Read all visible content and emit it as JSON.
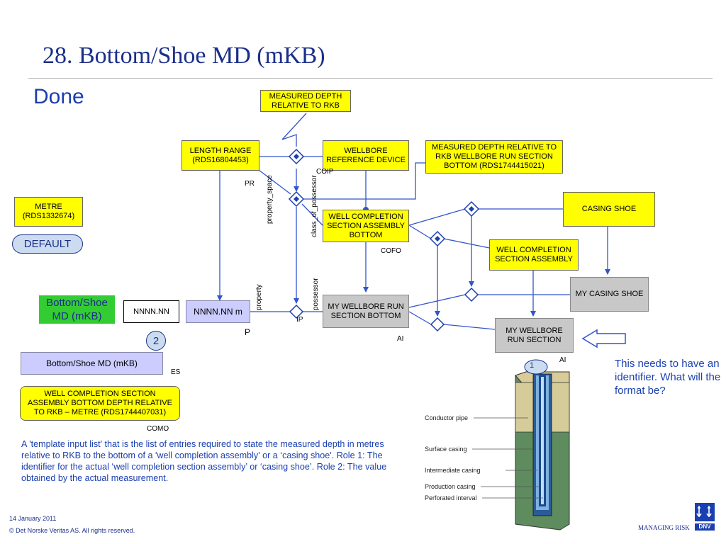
{
  "slide": {
    "title": "28. Bottom/Shoe MD (mKB)",
    "subtitle": "Done",
    "date": "14 January 2011",
    "copyright": "© Det Norske Veritas AS. All rights reserved.",
    "tagline": "MANAGING RISK",
    "logo_text": "DNV",
    "note": "This needs to have an identifier. What will the format be?",
    "description": "A 'template input list' that is the list of entries required to state the measured depth in metres relative to RKB to the bottom of a 'well completion assembly' or a ‘casing shoe'. Role 1: The identifier for the actual ‘well completion section assembly’ or ‘casing shoe’. Role 2: The value obtained by the actual measurement."
  },
  "boxes": {
    "md_rkb": "MEASURED DEPTH RELATIVE TO RKB",
    "length_range": "LENGTH RANGE (RDS16804453)",
    "wellbore_ref": "WELLBORE REFERENCE DEVICE",
    "md_rkb_run": "MEASURED DEPTH RELATIVE TO RKB WELLBORE RUN SECTION BOTTOM (RDS1744415021)",
    "casing_shoe": "CASING SHOE",
    "metre": "METRE (RDS1332674)",
    "wcsa_bottom": "WELL COMPLETION SECTION ASSEMBLY BOTTOM",
    "wcsa": "WELL COMPLETION SECTION ASSEMBLY",
    "my_casing_shoe": "MY CASING SHOE",
    "my_run_bottom": "MY WELLBORE RUN SECTION BOTTOM",
    "my_run_section": "MY WELLBORE RUN SECTION",
    "bottom_shoe_green": "Bottom/Shoe MD (mKB)",
    "nnnn": "NNNN.NN",
    "nnnn_m": "NNNN.NN m",
    "bottom_shoe_lav": "Bottom/Shoe MD (mKB)",
    "wcsa_depth": "WELL COMPLETION SECTION ASSEMBLY BOTTOM DEPTH RELATIVE TO RKB – METRE (RDS1744407031)",
    "default_oval": "DEFAULT",
    "circle_2": "2",
    "circle_1": "1"
  },
  "labels": {
    "coip": "COIP",
    "pr": "PR",
    "cofo": "COFO",
    "ip": "IP",
    "p": "P",
    "ai1": "AI",
    "ai2": "AI",
    "es": "ES",
    "como": "COMO",
    "property_space": "property_space",
    "class_of_possessor": "class_of_possessor",
    "property": "property",
    "possessor": "possessor"
  },
  "well_labels": {
    "conductor": "Conductor pipe",
    "surface": "Surface casing",
    "intermediate": "Intermediate casing",
    "production": "Production casing",
    "perforated": "Perforated interval"
  },
  "colors": {
    "title": "#1a2f8a",
    "box_yellow": "#ffff00",
    "box_grey": "#c8c8c8",
    "box_lavender": "#ccccff",
    "box_green": "#33cc33",
    "diamond": "#1a3fb0"
  }
}
